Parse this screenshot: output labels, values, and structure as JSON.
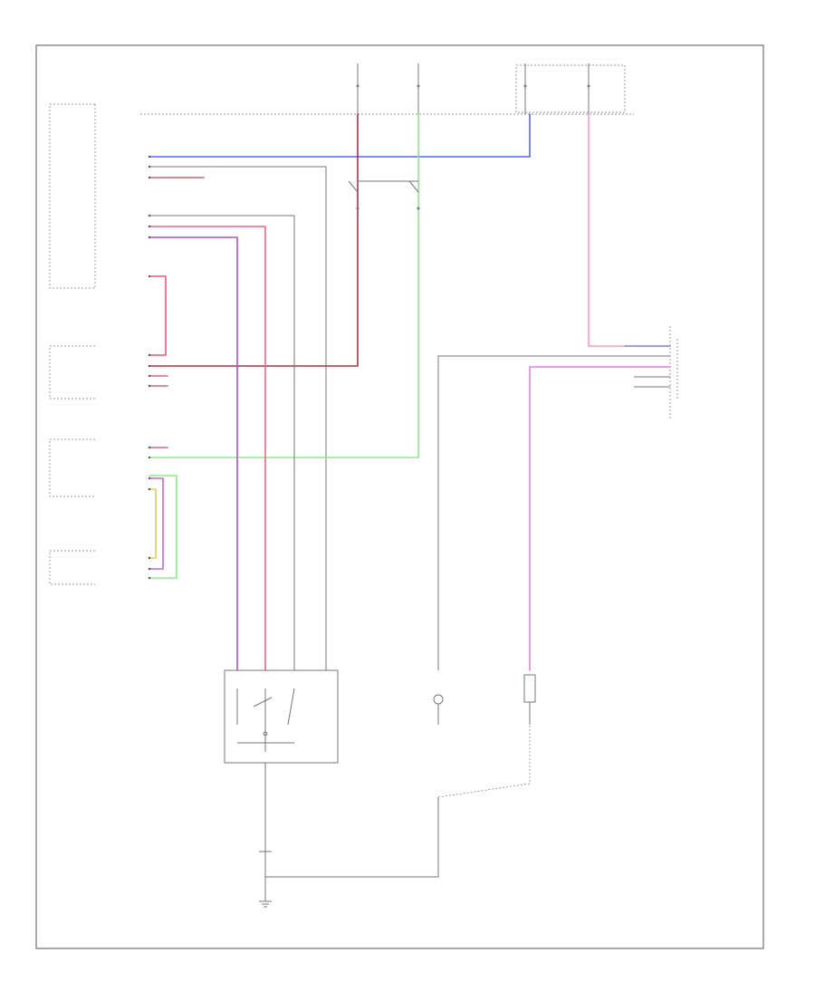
{
  "diagram": {
    "footer_code": "",
    "components": [
      {
        "id": "passenger-body-ecu",
        "lines": [
          "",
          "",
          "",
          ""
        ]
      },
      {
        "id": "ignition-switch",
        "lines": [
          "",
          ""
        ]
      },
      {
        "id": "windshield-ecu",
        "lines": [
          "",
          "",
          "",
          ""
        ]
      },
      {
        "id": "rain-sensor",
        "lines": [
          "",
          "",
          "",
          ""
        ]
      },
      {
        "id": "front-wiper-motor",
        "lines": [
          "",
          "",
          "",
          ""
        ]
      },
      {
        "id": "washer-pump",
        "lines": [
          "",
          "",
          "",
          ""
        ]
      },
      {
        "id": "rear-washer",
        "lines": [
          "",
          "",
          "",
          ""
        ]
      },
      {
        "id": "engine-room-jb",
        "lines": [
          "",
          "",
          "",
          ""
        ]
      },
      {
        "id": "ground",
        "lines": [
          "",
          "",
          ""
        ]
      }
    ]
  }
}
